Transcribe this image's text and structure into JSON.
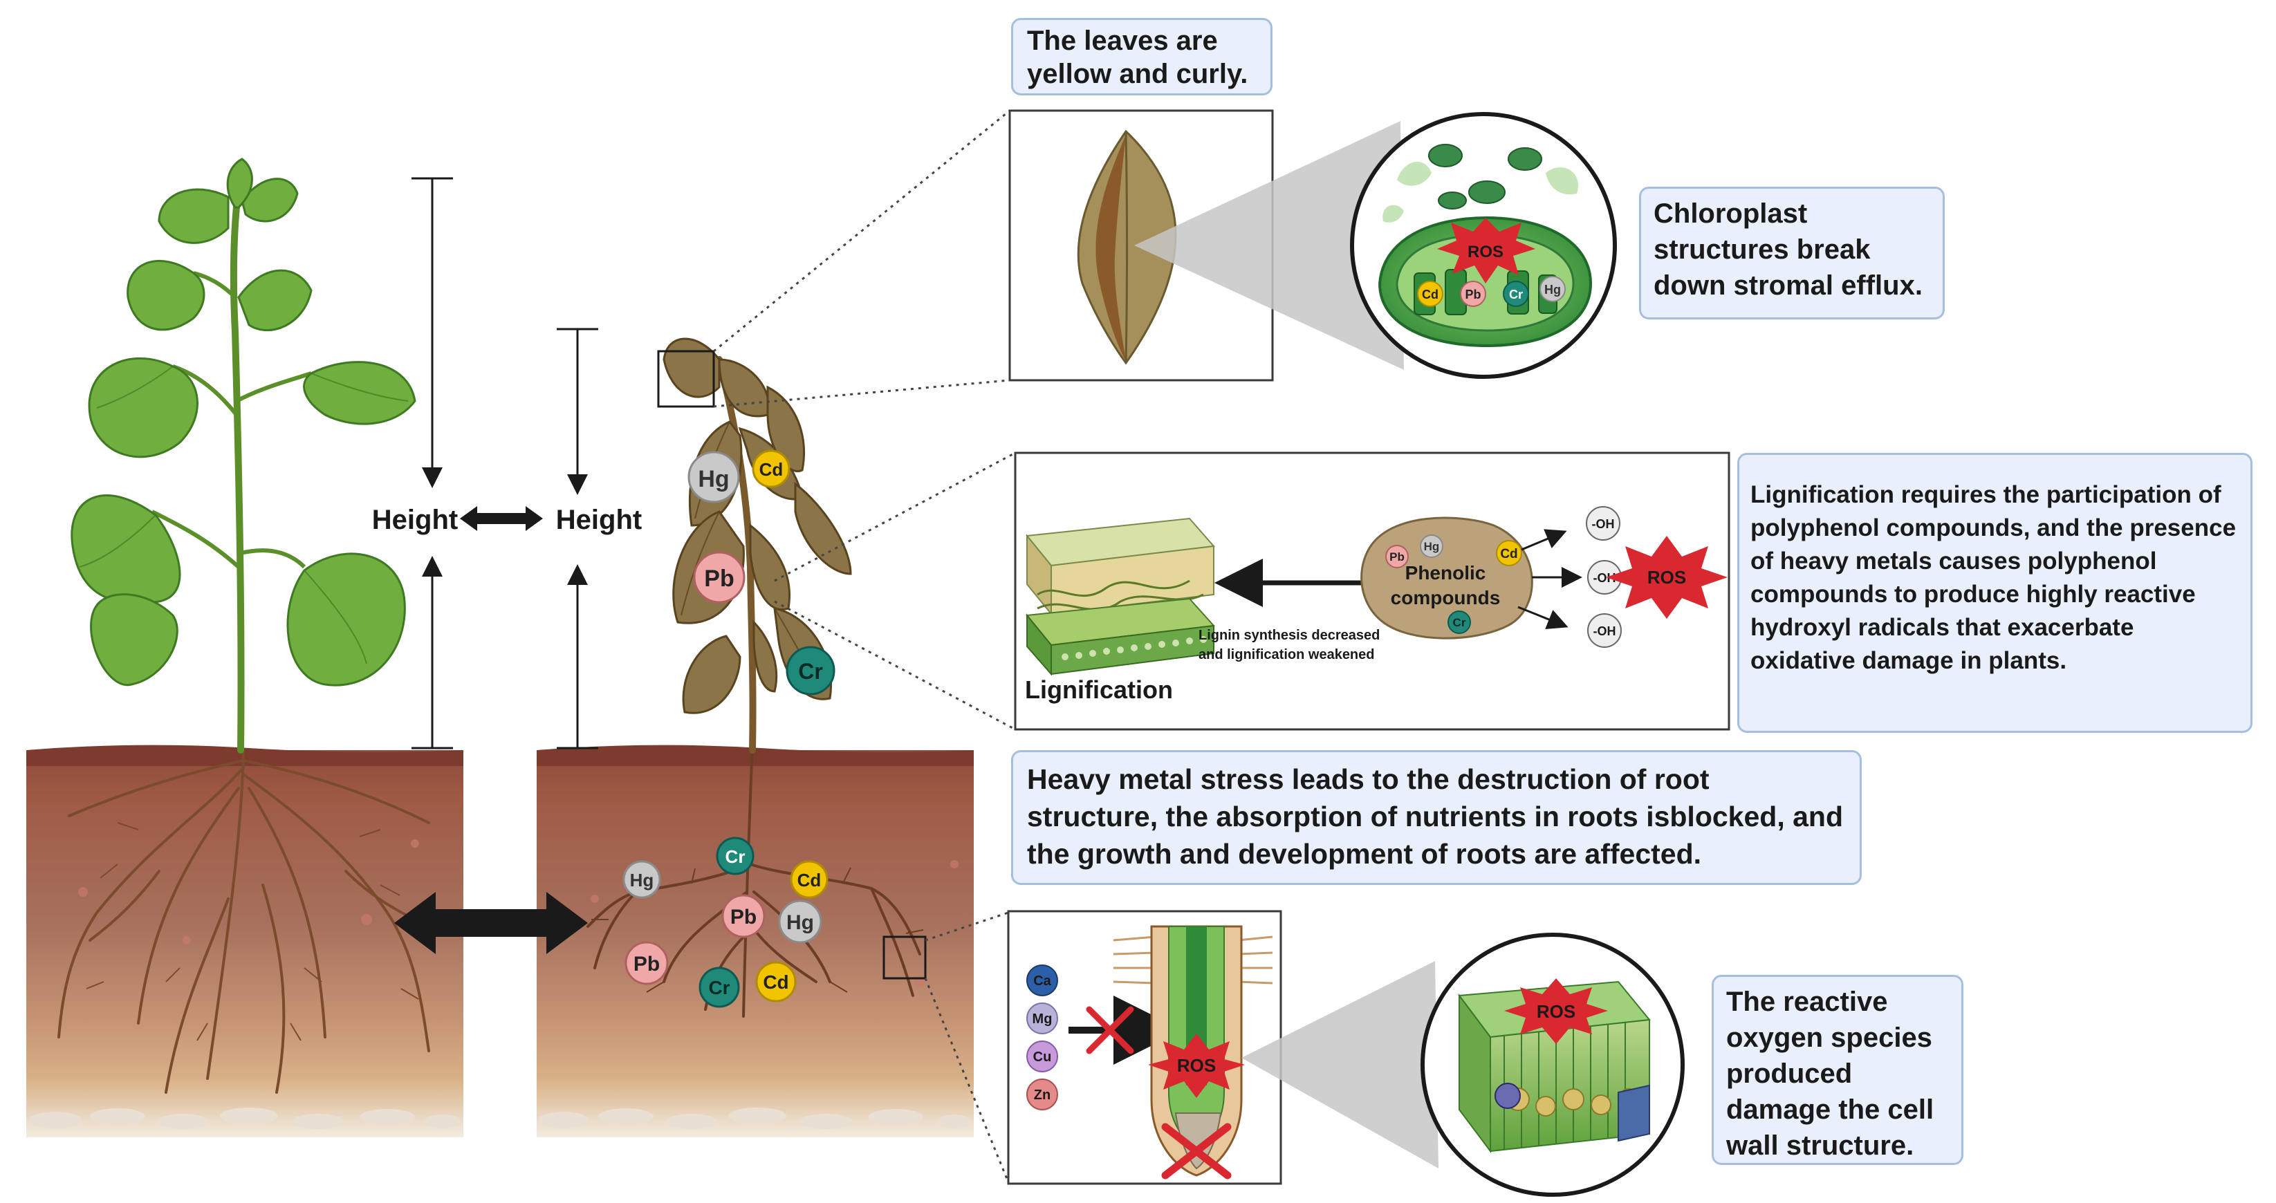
{
  "left": {
    "height_left": "Height",
    "height_right": "Height"
  },
  "metals": {
    "hg": "Hg",
    "cd": "Cd",
    "pb": "Pb",
    "cr": "Cr"
  },
  "nutrients": {
    "ca": "Ca",
    "mg": "Mg",
    "cu": "Cu",
    "zn": "Zn"
  },
  "leaf": {
    "callout": "The leaves are yellow and curly."
  },
  "chloroplast": {
    "callout": "Chloroplast structures break down stromal efflux.",
    "ros": "ROS"
  },
  "lignification": {
    "title": "Lignification",
    "caption_line1": "Lignin synthesis decreased",
    "caption_line2": "and lignification weakened",
    "phenolic_line1": "Phenolic",
    "phenolic_line2": "compounds",
    "oh": "-OH",
    "ros": "ROS",
    "callout": "Lignification requires the participation of polyphenol compounds, and the presence of heavy metals causes polyphenol compounds to produce highly reactive hydroxyl radicals that exacerbate oxidative damage in plants."
  },
  "root": {
    "callout": "Heavy metal stress leads to the destruction of root structure, the absorption of nutrients in roots isblocked, and the growth and development of roots are affected.",
    "ros": "ROS"
  },
  "cellwall": {
    "callout": "The reactive oxygen species produced damage the cell wall structure.",
    "ros": "ROS"
  },
  "colors": {
    "hg": "#c9c9c9",
    "cd": "#f2c400",
    "pb": "#f0a7a7",
    "cr": "#1f8a7a",
    "ros": "#d9282f",
    "callout_bg": "#e9f0fb",
    "callout_border": "#a6bfdf"
  }
}
